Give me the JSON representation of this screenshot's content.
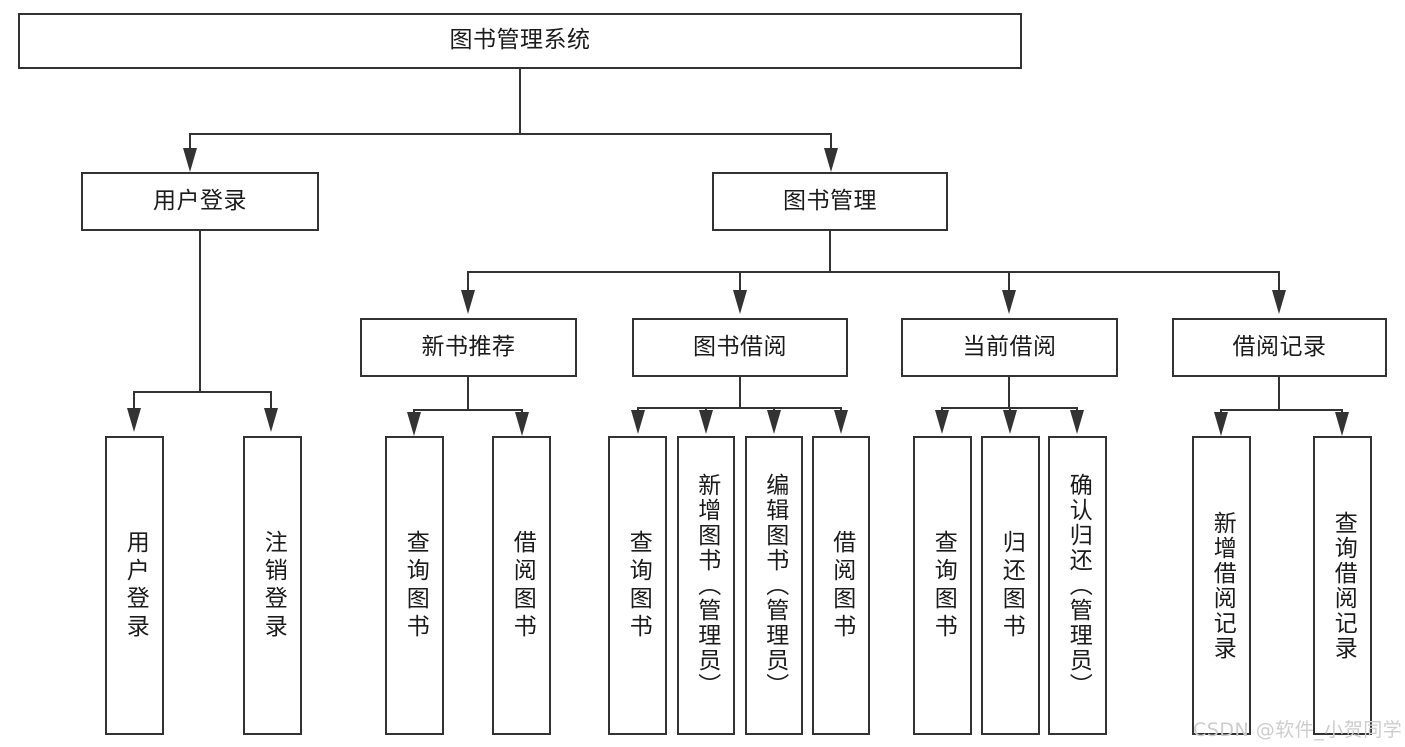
{
  "diagram": {
    "title": "图书管理系统",
    "type": "hierarchy-tree",
    "root": {
      "label": "图书管理系统"
    },
    "level2": [
      {
        "label": "用户登录"
      },
      {
        "label": "图书管理"
      }
    ],
    "level3": [
      {
        "label": "新书推荐"
      },
      {
        "label": "图书借阅"
      },
      {
        "label": "当前借阅"
      },
      {
        "label": "借阅记录"
      }
    ],
    "leaves": {
      "user_login": [
        {
          "label": "用户登录"
        },
        {
          "label": "注销登录"
        }
      ],
      "new_book": [
        {
          "label": "查询图书"
        },
        {
          "label": "借阅图书"
        }
      ],
      "borrow_book": [
        {
          "label": "查询图书"
        },
        {
          "label": "新增图书（管理员）"
        },
        {
          "label": "编辑图书（管理员）"
        },
        {
          "label": "借阅图书"
        }
      ],
      "current_borrow": [
        {
          "label": "查询图书"
        },
        {
          "label": "归还图书"
        },
        {
          "label": "确认归还（管理员）"
        }
      ],
      "borrow_record": [
        {
          "label": "新增借阅记录"
        },
        {
          "label": "查询借阅记录"
        }
      ]
    }
  },
  "watermark": {
    "text": "CSDN @软件_小贺同学"
  },
  "colors": {
    "stroke": "#333333",
    "text": "#1b1b1b",
    "background": "#ffffff",
    "watermark": "#cdcdcd"
  }
}
